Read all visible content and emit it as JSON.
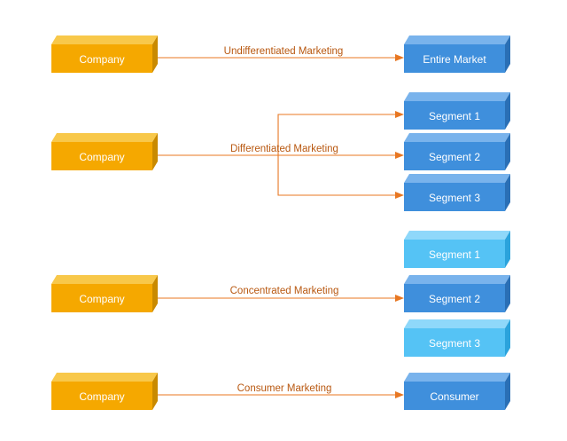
{
  "colors": {
    "company_front": "#f5a800",
    "company_top": "#f8c84a",
    "company_side": "#c98a00",
    "segment_front": "#3f8fdc",
    "segment_top": "#79b3ec",
    "segment_side": "#2a6fb5",
    "light_front": "#55c3f5",
    "light_top": "#8fd8fa",
    "light_side": "#2ba3dc",
    "arrow": "#e87722",
    "arrow_label": "#b8570f"
  },
  "rows": [
    {
      "company": "Company",
      "strategy": "Undifferentiated Marketing",
      "targets": [
        "Entire Market"
      ]
    },
    {
      "company": "Company",
      "strategy": "Differentiated Marketing",
      "targets": [
        "Segment 1",
        "Segment 2",
        "Segment 3"
      ]
    },
    {
      "company": "Company",
      "strategy": "Concentrated Marketing",
      "targets": [
        "Segment 1",
        "Segment 2",
        "Segment 3"
      ]
    },
    {
      "company": "Company",
      "strategy": "Consumer Marketing",
      "targets": [
        "Consumer"
      ]
    }
  ]
}
